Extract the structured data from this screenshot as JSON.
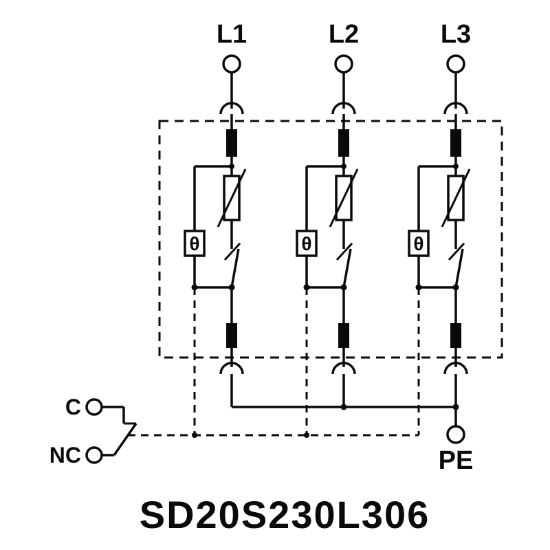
{
  "diagram": {
    "model": "SD20S230L306",
    "phases": [
      "L1",
      "L2",
      "L3"
    ],
    "pe": "PE",
    "remote_contact": {
      "common": "C",
      "normally_closed": "NC"
    },
    "thermal_symbol": "θ",
    "colors": {
      "line": "#0a0a0a",
      "background": "#ffffff"
    }
  }
}
